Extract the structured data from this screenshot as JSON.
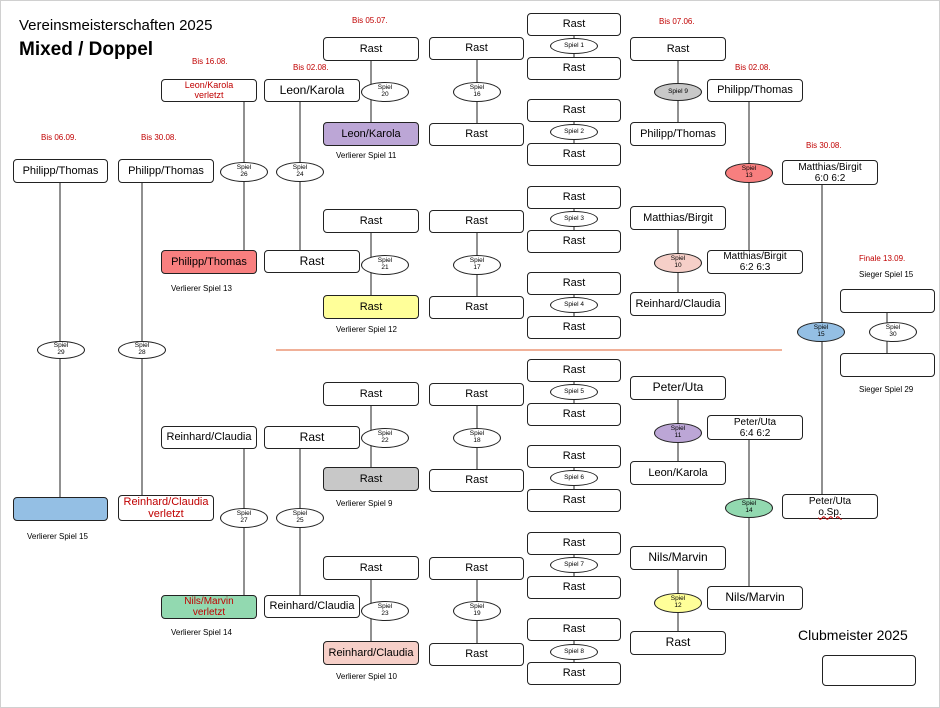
{
  "header": {
    "title": "Vereinsmeisterschaften 2025",
    "subtitle": "Mixed / Doppel",
    "club_champion_label": "Clubmeister 2025"
  },
  "colors": {
    "red_text": "#c00000",
    "purple_fill": "#bca6d6",
    "yellow_fill": "#ffff99",
    "gray_fill": "#c8c8c8",
    "salmon_fill": "#f87f7f",
    "pink_fill": "#f6cfc8",
    "blue_fill": "#94bfe4",
    "green_fill": "#92d9b0",
    "divider": "#e06030"
  },
  "dates": {
    "d0506": "Bis 05.07.",
    "d0706": "Bis 07.06.",
    "d1608": "Bis 16.08.",
    "d0208a": "Bis 02.08.",
    "d0208b": "Bis 02.08.",
    "d0609": "Bis 06.09.",
    "d3008a": "Bis 30.08.",
    "d3008b": "Bis 30.08.",
    "final": "Finale 13.09."
  },
  "notes": {
    "l11": "Verlierer Spiel 11",
    "l12": "Verlierer Spiel 12",
    "l13": "Verlierer Spiel 13",
    "l9": "Verlierer Spiel  9",
    "l10": "Verlierer Spiel 10",
    "l14": "Verlierer Spiel 14",
    "l15": "Verlierer Spiel 15",
    "s15": "Sieger Spiel 15",
    "s29": "Sieger Spiel 29"
  },
  "boxes": {
    "rast": "Rast",
    "philipp_thomas": "Philipp/Thomas",
    "matthias_birgit": "Matthias/Birgit",
    "reinhard_claudia": "Reinhard/Claudia",
    "peter_uta": "Peter/Uta",
    "leon_karola": "Leon/Karola",
    "nils_marvin": "Nils/Marvin",
    "leon_karola_verletzt": "Leon/Karola\nverletzt",
    "reinhard_claudia_verletzt": "Reinhard/Claudia\nverletzt",
    "nils_marvin_verletzt": "Nils/Marvin\nverletzt",
    "matthias_birgit_score1": "Matthias/Birgit\n6:0 6:2",
    "matthias_birgit_score2": "Matthias/Birgit\n6:2 6:3",
    "peter_uta_score": "Peter/Uta\n6:4 6:2",
    "peter_uta_osp_name": "Peter/Uta",
    "peter_uta_osp_note": "o.Sp."
  },
  "games": {
    "g1": "Spiel 1",
    "g2": "Spiel 2",
    "g3": "Spiel 3",
    "g4": "Spiel 4",
    "g5": "Spiel 5",
    "g6": "Spiel 6",
    "g7": "Spiel 7",
    "g8": "Spiel 8",
    "g9": "Spiel 9",
    "g10": "Spiel\n10",
    "g11": "Spiel\n11",
    "g12": "Spiel\n12",
    "g13": "Spiel\n13",
    "g14": "Spiel\n14",
    "g15": "Spiel\n15",
    "g16": "Spiel\n16",
    "g17": "Spiel\n17",
    "g18": "Spiel\n18",
    "g19": "Spiel\n19",
    "g20": "Spiel\n20",
    "g21": "Spiel\n21",
    "g22": "Spiel\n22",
    "g23": "Spiel\n23",
    "g24": "Spiel\n24",
    "g25": "Spiel\n25",
    "g26": "Spiel\n26",
    "g27": "Spiel\n27",
    "g28": "Spiel\n28",
    "g29": "Spiel\n29",
    "g30": "Spiel\n30"
  }
}
